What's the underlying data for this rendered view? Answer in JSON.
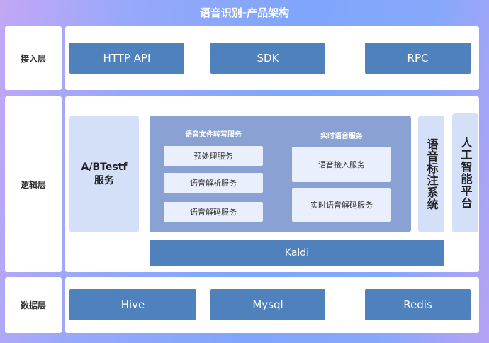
{
  "title": "语音识别-产品架构",
  "layers": {
    "access": {
      "label": "接入层",
      "items": [
        "HTTP API",
        "SDK",
        "RPC"
      ]
    },
    "logic": {
      "label": "逻辑层",
      "ab": "A/BTestf 服务",
      "file_service": {
        "title": "语音文件转写服务",
        "items": [
          "预处理服务",
          "语音解析服务",
          "语音解码服务"
        ]
      },
      "realtime_service": {
        "title": "实时语音服务",
        "items": [
          "语音接入服务",
          "实时语音解码服务"
        ]
      },
      "annotation": "语音标注系统",
      "ai_platform": "人工智能平台",
      "kaldi": "Kaldi"
    },
    "data": {
      "label": "数据层",
      "items": [
        "Hive",
        "Mysql",
        "Redis"
      ]
    }
  }
}
